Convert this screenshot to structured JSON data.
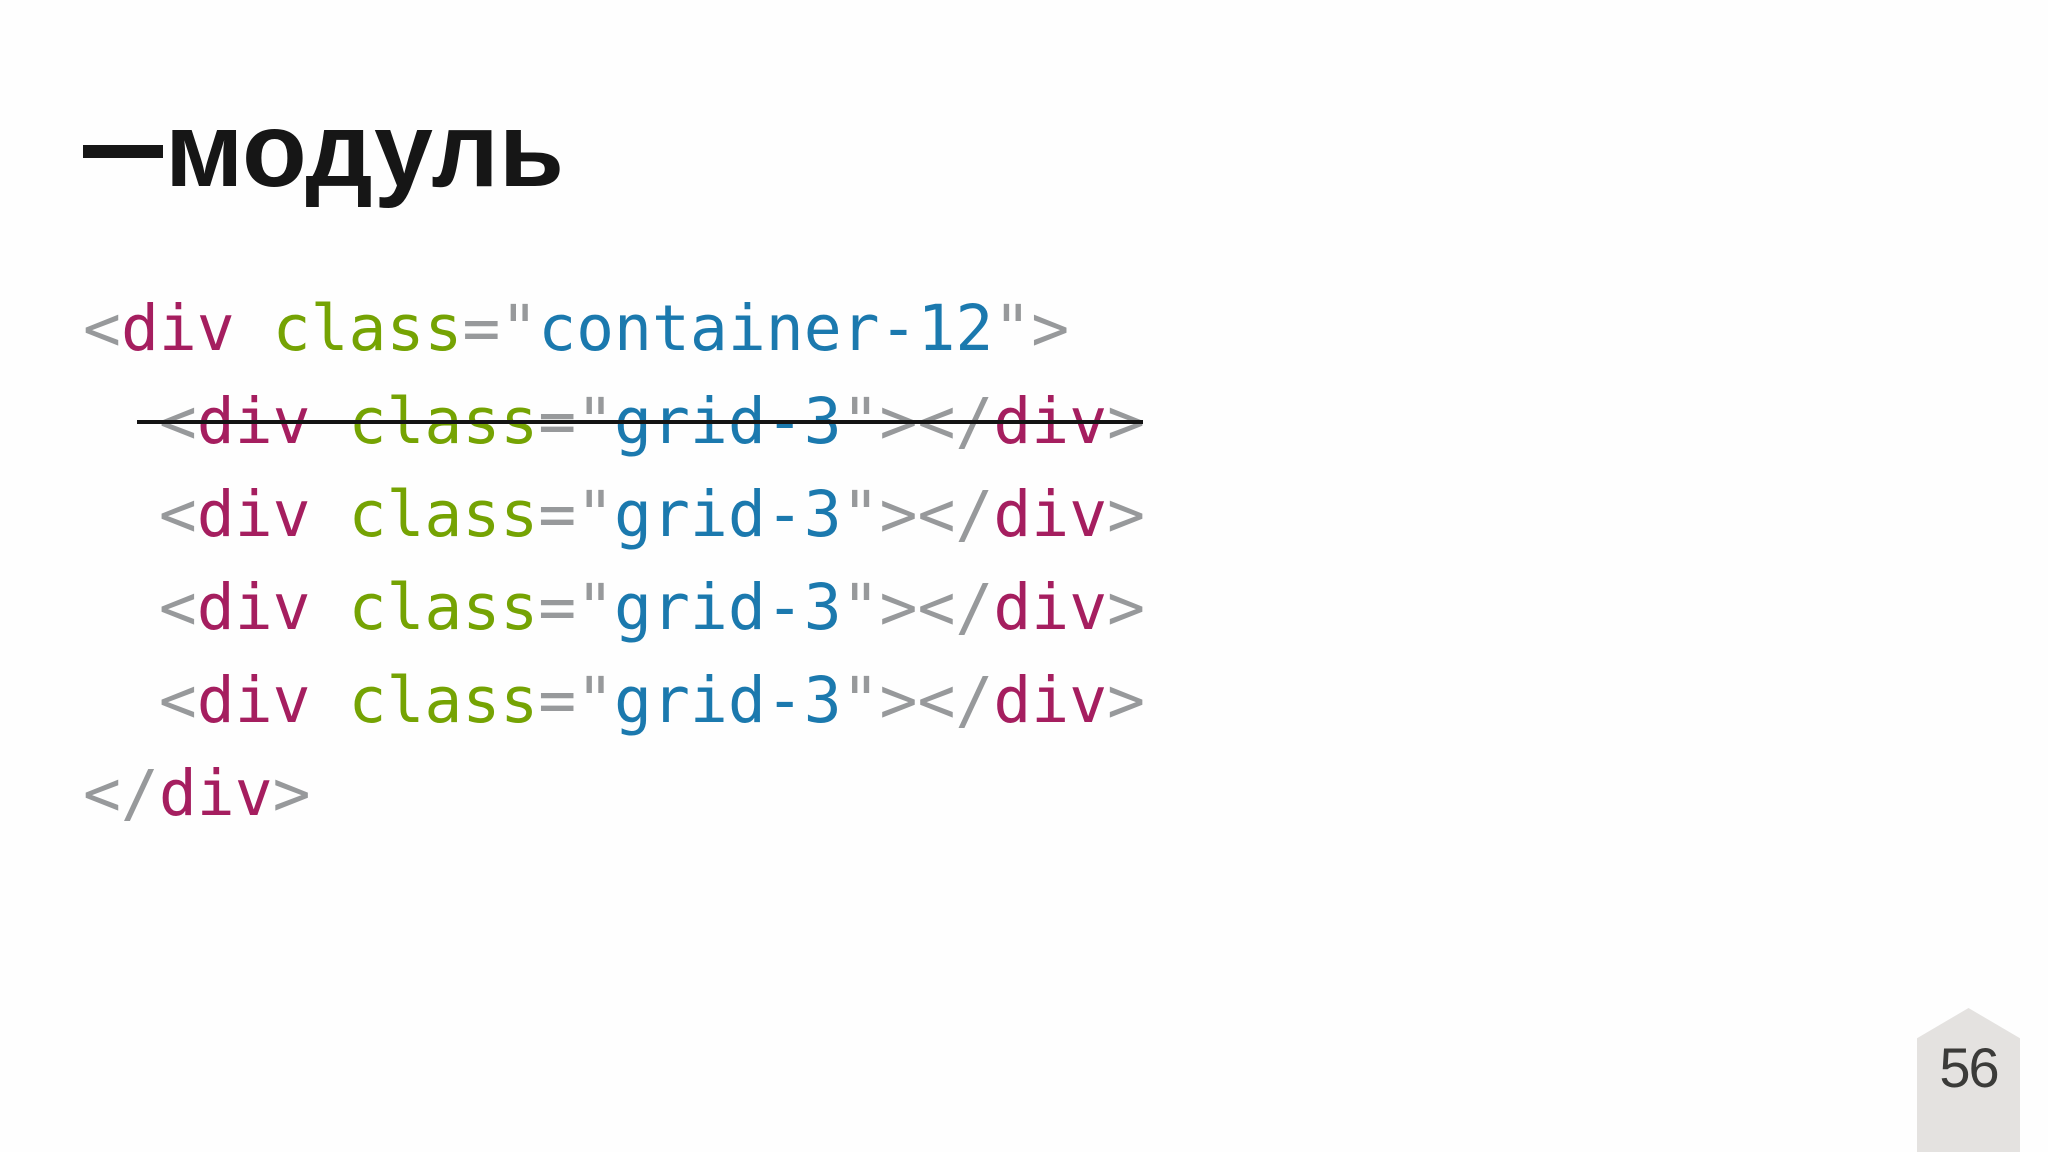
{
  "slide": {
    "title": {
      "dash": "—",
      "text": "модуль"
    },
    "page_number": "56",
    "background_color": "#ffffff",
    "badge_color": "#e4e2e0"
  },
  "code": {
    "language": "html",
    "colors": {
      "punctuation": "#97999b",
      "tag": "#a51e5f",
      "attribute": "#75a303",
      "value": "#1b79ae",
      "strike": "#141414"
    },
    "lines": [
      {
        "struck": false,
        "tokens": [
          {
            "text": "<",
            "type": "punctuation"
          },
          {
            "text": "div",
            "type": "tag"
          },
          {
            "text": " ",
            "type": "punctuation"
          },
          {
            "text": "class",
            "type": "attribute"
          },
          {
            "text": "=\"",
            "type": "punctuation"
          },
          {
            "text": "container-12",
            "type": "value"
          },
          {
            "text": "\">",
            "type": "punctuation"
          }
        ]
      },
      {
        "struck": true,
        "tokens": [
          {
            "text": "  <",
            "type": "punctuation"
          },
          {
            "text": "div",
            "type": "tag"
          },
          {
            "text": " ",
            "type": "punctuation"
          },
          {
            "text": "class",
            "type": "attribute"
          },
          {
            "text": "=\"",
            "type": "punctuation"
          },
          {
            "text": "grid-3",
            "type": "value"
          },
          {
            "text": "\"></",
            "type": "punctuation"
          },
          {
            "text": "div",
            "type": "tag"
          },
          {
            "text": ">",
            "type": "punctuation"
          }
        ]
      },
      {
        "struck": false,
        "tokens": [
          {
            "text": "  <",
            "type": "punctuation"
          },
          {
            "text": "div",
            "type": "tag"
          },
          {
            "text": " ",
            "type": "punctuation"
          },
          {
            "text": "class",
            "type": "attribute"
          },
          {
            "text": "=\"",
            "type": "punctuation"
          },
          {
            "text": "grid-3",
            "type": "value"
          },
          {
            "text": "\"></",
            "type": "punctuation"
          },
          {
            "text": "div",
            "type": "tag"
          },
          {
            "text": ">",
            "type": "punctuation"
          }
        ]
      },
      {
        "struck": false,
        "tokens": [
          {
            "text": "  <",
            "type": "punctuation"
          },
          {
            "text": "div",
            "type": "tag"
          },
          {
            "text": " ",
            "type": "punctuation"
          },
          {
            "text": "class",
            "type": "attribute"
          },
          {
            "text": "=\"",
            "type": "punctuation"
          },
          {
            "text": "grid-3",
            "type": "value"
          },
          {
            "text": "\"></",
            "type": "punctuation"
          },
          {
            "text": "div",
            "type": "tag"
          },
          {
            "text": ">",
            "type": "punctuation"
          }
        ]
      },
      {
        "struck": false,
        "tokens": [
          {
            "text": "  <",
            "type": "punctuation"
          },
          {
            "text": "div",
            "type": "tag"
          },
          {
            "text": " ",
            "type": "punctuation"
          },
          {
            "text": "class",
            "type": "attribute"
          },
          {
            "text": "=\"",
            "type": "punctuation"
          },
          {
            "text": "grid-3",
            "type": "value"
          },
          {
            "text": "\"></",
            "type": "punctuation"
          },
          {
            "text": "div",
            "type": "tag"
          },
          {
            "text": ">",
            "type": "punctuation"
          }
        ]
      },
      {
        "struck": false,
        "tokens": [
          {
            "text": "</",
            "type": "punctuation"
          },
          {
            "text": "div",
            "type": "tag"
          },
          {
            "text": ">",
            "type": "punctuation"
          }
        ]
      }
    ]
  }
}
